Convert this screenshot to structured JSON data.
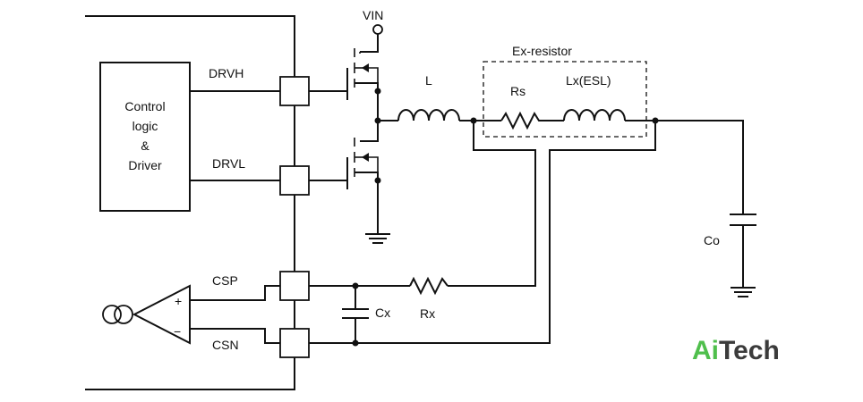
{
  "labels": {
    "vin": "VIN",
    "drvh": "DRVH",
    "drvl": "DRVL",
    "csp": "CSP",
    "csn": "CSN",
    "inductor": "L",
    "ex_resistor": "Ex-resistor",
    "rs": "Rs",
    "lx": "Lx(ESL)",
    "co": "Co",
    "cx": "Cx",
    "rx": "Rx"
  },
  "control_block": {
    "line1": "Control",
    "line2": "logic",
    "line3": "&",
    "line4": "Driver"
  },
  "amplifier": {
    "plus": "+",
    "minus": "−"
  },
  "logo": {
    "part1": "Ai",
    "part2": "Tech"
  },
  "colors": {
    "logo_accent": "#4fbf4c",
    "logo_text": "#3b3b3b",
    "line": "#111111"
  }
}
